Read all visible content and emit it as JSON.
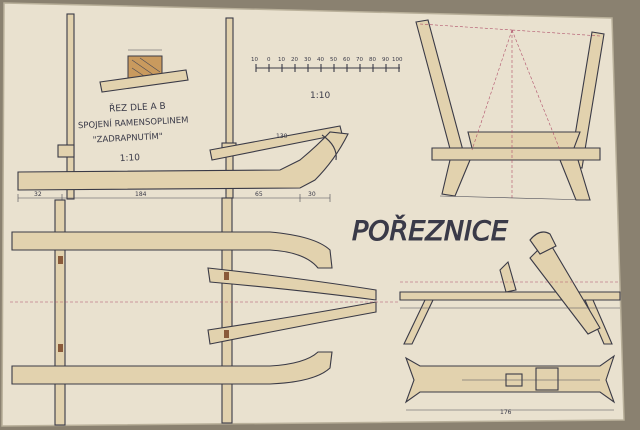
{
  "colors": {
    "paper": "#e9e1cf",
    "ink": "#3a3a46",
    "wood": "#e2d2ae",
    "dimension": "#b0506a",
    "background": "#8a8170"
  },
  "section_label": {
    "line1": "ŘEZ DLE A B",
    "line2": "SPOJENÍ RAMENSOPLINEM",
    "line3": "\"ZADRAPNUTÍM\"",
    "scale": "1:10"
  },
  "scale_bar": {
    "ticks": [
      "10",
      "0",
      "10",
      "20",
      "30",
      "40",
      "50",
      "60",
      "70",
      "80",
      "90",
      "100"
    ],
    "label": "1:10"
  },
  "title": "POŘEZNICE",
  "dimensions": {
    "d1": "130",
    "d2": "32",
    "d3": "184",
    "d4": "65",
    "d5": "30",
    "d6": "176"
  }
}
